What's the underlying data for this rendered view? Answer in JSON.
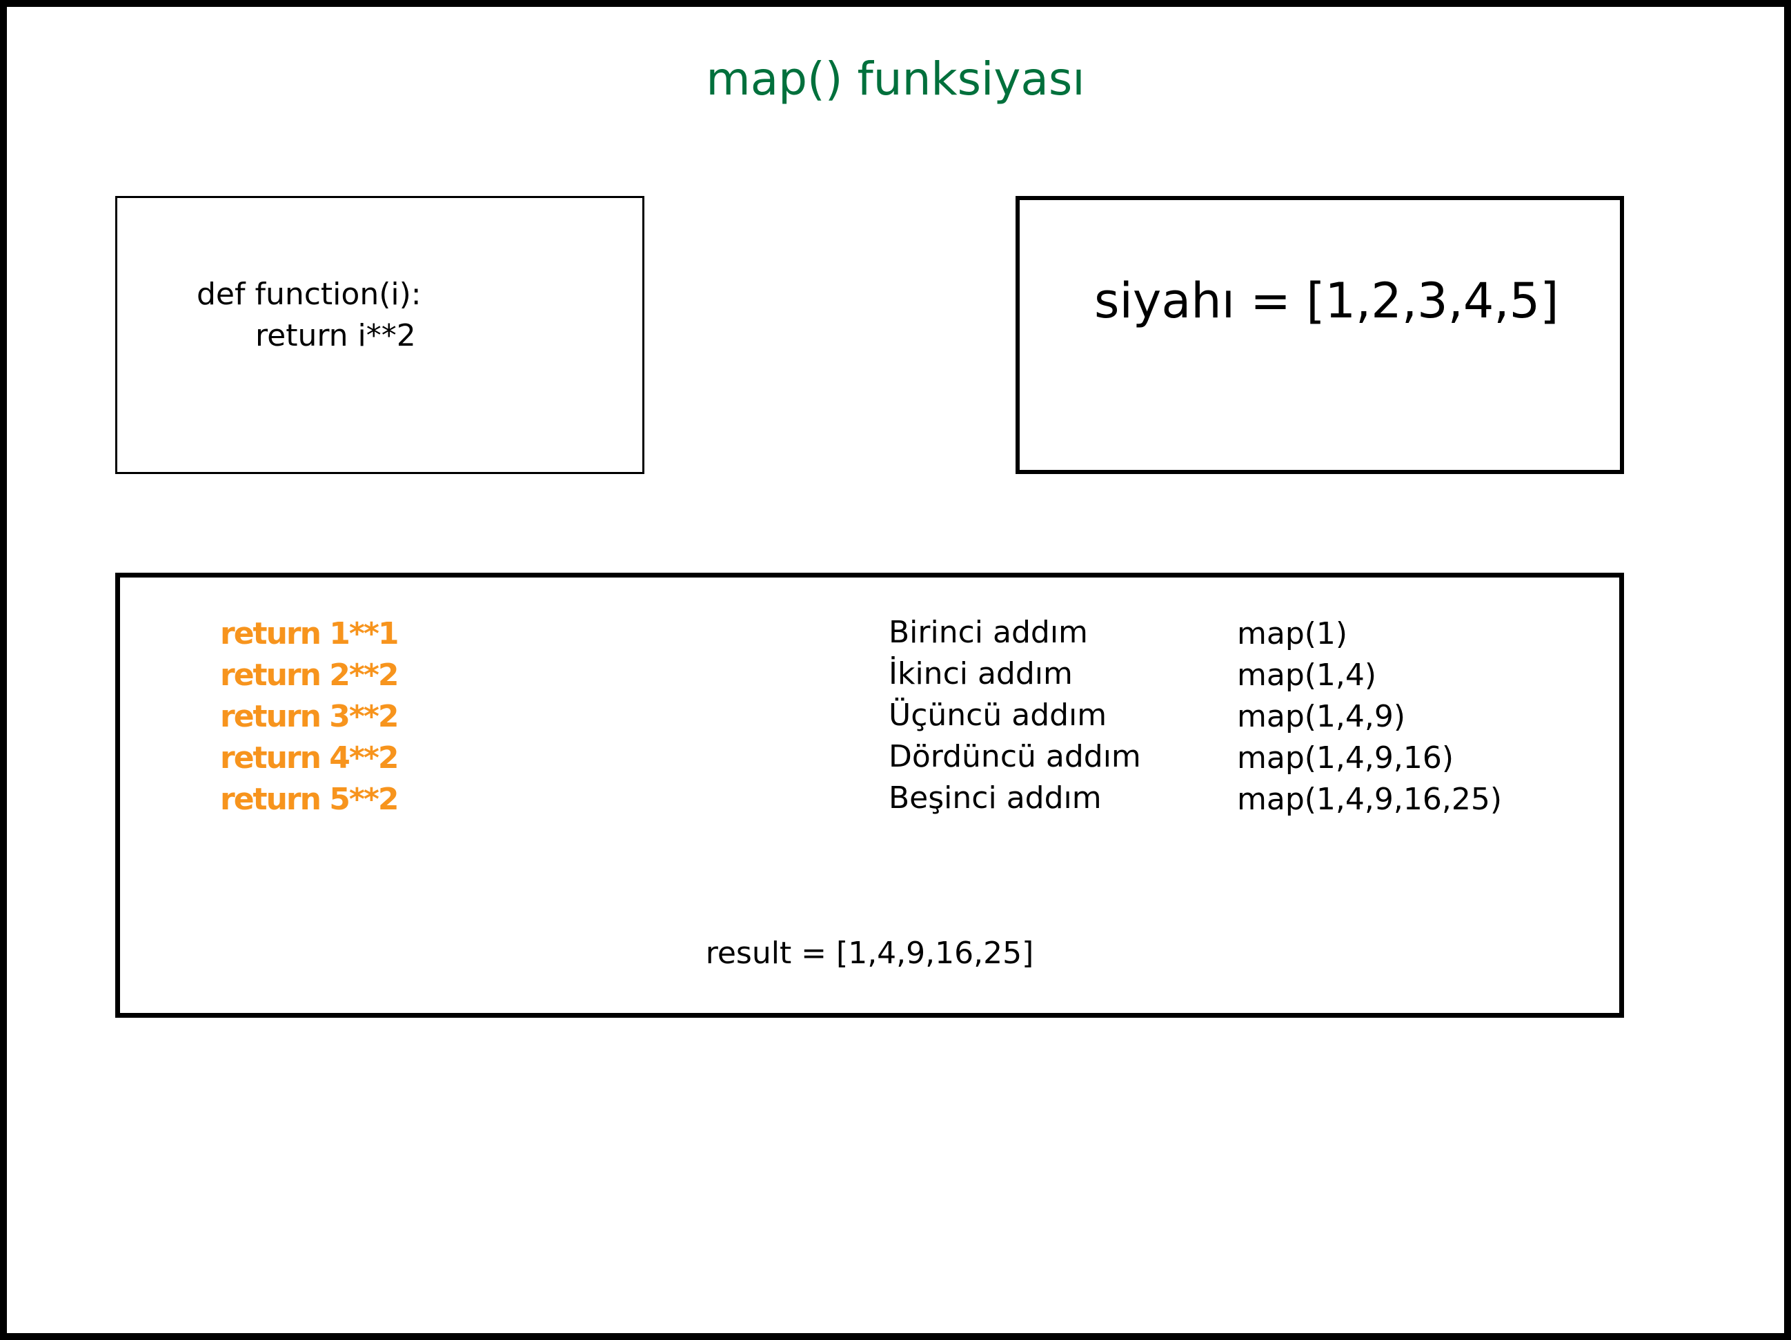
{
  "title": "map() funksiyası",
  "function_box": {
    "line1": "def function(i):",
    "line2": "return i**2"
  },
  "list_box": {
    "text": "siyahı = [1,2,3,4,5]"
  },
  "steps_box": {
    "returns": [
      "return 1**1",
      "return 2**2",
      "return 3**2",
      "return 4**2",
      "return 5**2"
    ],
    "steps": [
      "Birinci addım",
      "İkinci addım",
      "Üçüncü addım",
      "Dördüncü addım",
      "Beşinci addım"
    ],
    "maps": [
      "map(1)",
      "map(1,4)",
      "map(1,4,9)",
      "map(1,4,9,16)",
      "map(1,4,9,16,25)"
    ],
    "result": "result = [1,4,9,16,25]"
  },
  "colors": {
    "title": "#00703c",
    "return_text": "#f7941d",
    "border": "#000000",
    "text": "#000000"
  }
}
